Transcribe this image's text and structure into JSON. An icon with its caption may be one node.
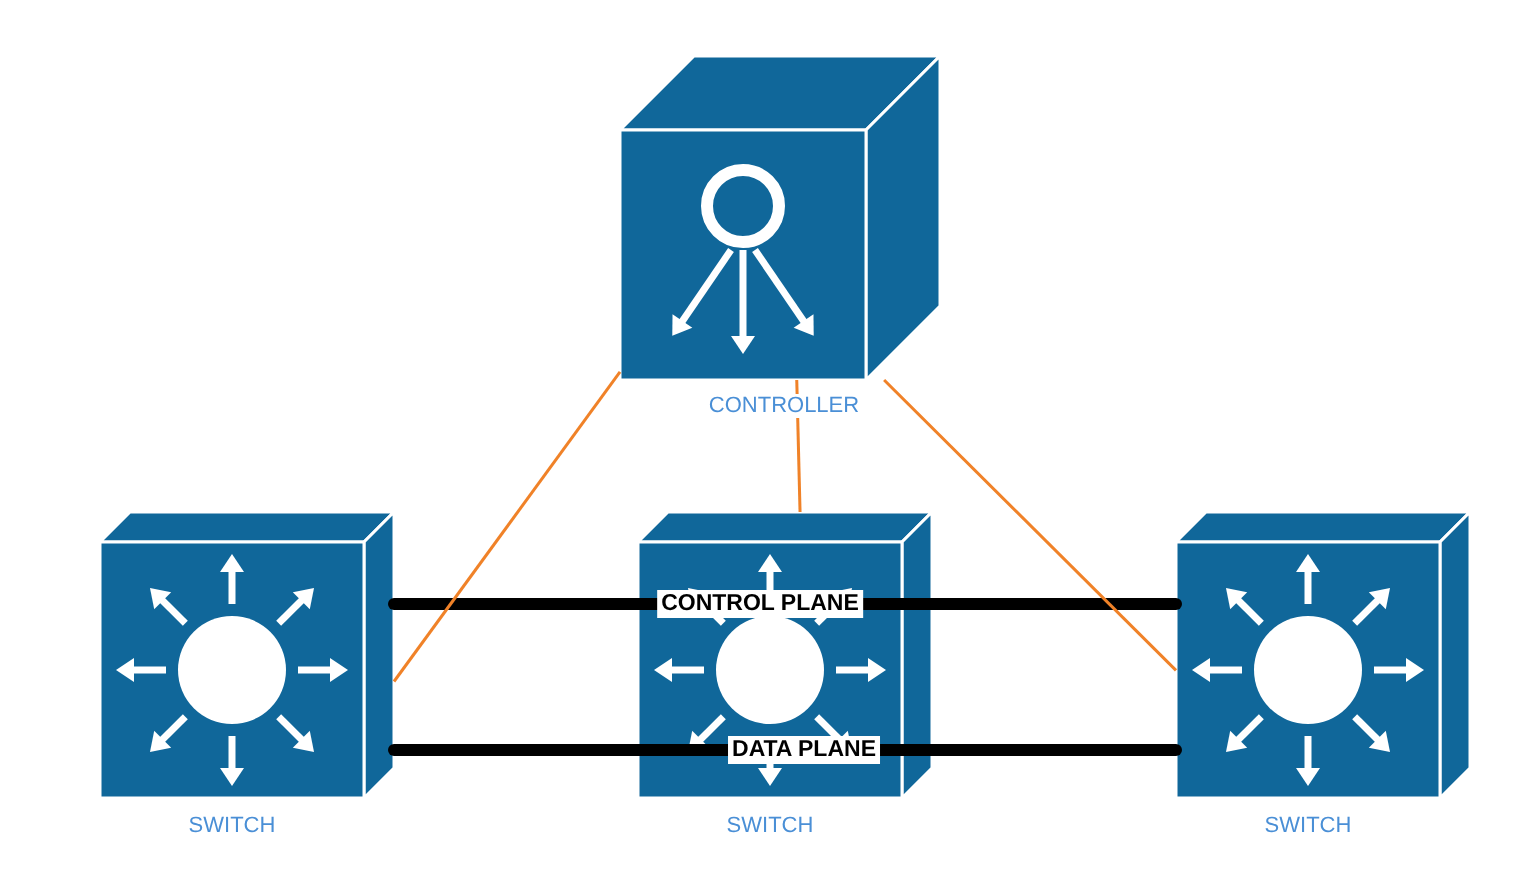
{
  "diagram": {
    "nodes": [
      {
        "text": [],
        "shape": "box",
        "beside": [
          "CONTROLLER"
        ]
      },
      {
        "text": [],
        "shape": "box",
        "beside": [
          "SWITCH"
        ]
      },
      {
        "text": [],
        "shape": "box",
        "beside": [
          "SWITCH"
        ]
      },
      {
        "text": [],
        "shape": "box",
        "beside": [
          "SWITCH"
        ]
      }
    ],
    "edges": [
      {
        "from": 1,
        "to": 2,
        "arrow": "none"
      },
      {
        "from": 2,
        "to": 3,
        "arrow": "none"
      },
      {
        "from": 1,
        "to": 2,
        "arrow": "none"
      },
      {
        "from": 2,
        "to": 3,
        "arrow": "none"
      },
      {
        "from": 0,
        "to": 1,
        "arrow": "none",
        "color": "#f08228"
      },
      {
        "from": 0,
        "to": 2,
        "arrow": "none",
        "color": "#f08228"
      },
      {
        "from": 0,
        "to": 3,
        "arrow": "none",
        "color": "#f08228"
      }
    ],
    "labels": [
      "CONTROL PLANE",
      "DATA PLANE"
    ]
  }
}
